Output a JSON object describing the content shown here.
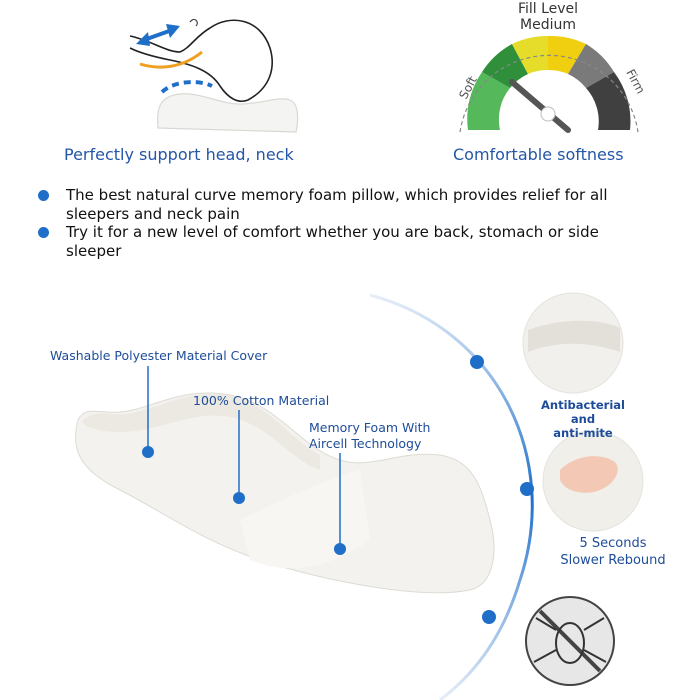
{
  "top": {
    "left_caption": "Perfectly support head, neck",
    "right_caption": "Comfortable softness",
    "gauge": {
      "title": "Fill Level",
      "center_label": "Medium",
      "left_label": "Soft",
      "right_label": "Firm",
      "level": 0.22
    }
  },
  "bullets": [
    "The best natural curve memory foam pillow, which provides relief for all sleepers and neck pain",
    "Try it for a new level of comfort whether you are back, stomach or side sleeper"
  ],
  "pillow_labels": {
    "cover": "Washable Polyester Material Cover",
    "cotton": "100% Cotton Material",
    "memory_line1": "Memory Foam With",
    "memory_line2": "Aircell Technology"
  },
  "features": {
    "antibacterial_line1": "Antibacterial and",
    "antibacterial_line2": "anti-mite",
    "rebound_line1": "5 Seconds",
    "rebound_line2": "Slower Rebound"
  },
  "colors": {
    "accent_blue": "#1f6fc9",
    "text_blue": "#2456a8",
    "gauge_green": "#3ea447",
    "gauge_yellow": "#e9c813",
    "gauge_gray": "#5f5f5f"
  }
}
